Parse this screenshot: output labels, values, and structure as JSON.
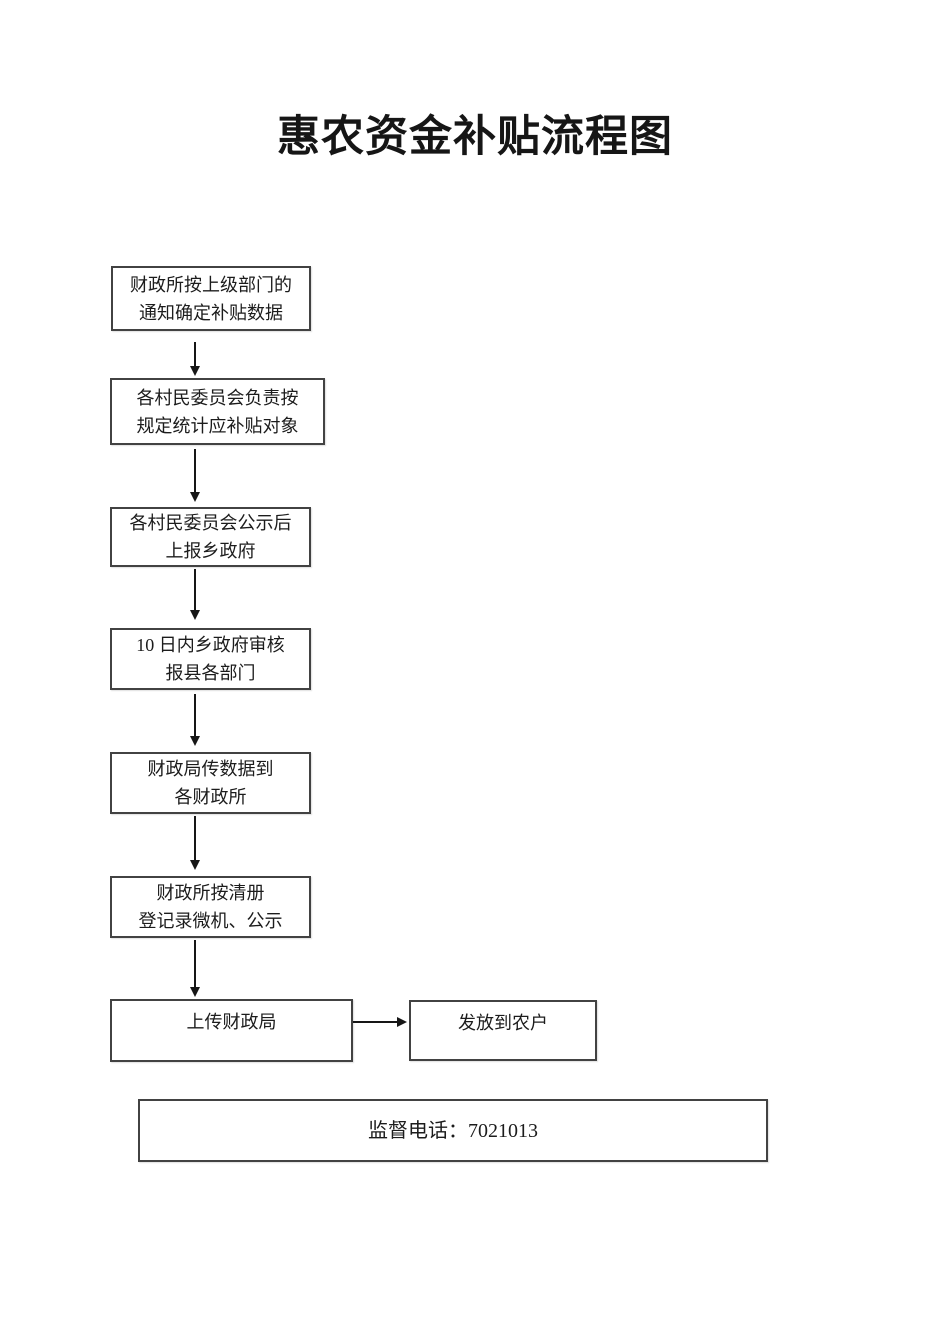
{
  "document": {
    "title": "惠农资金补贴流程图"
  },
  "flowchart": {
    "border_color": "#424242",
    "connector_color": "#161616",
    "steps": [
      {
        "lines": [
          "财政所按上级部门的",
          "通知确定补贴数据"
        ]
      },
      {
        "lines": [
          "各村民委员会负责按",
          "规定统计应补贴对象"
        ]
      },
      {
        "lines": [
          "各村民委员会公示后",
          "上报乡政府"
        ]
      },
      {
        "lines": [
          "10 日内乡政府审核",
          "报县各部门"
        ]
      },
      {
        "lines": [
          "财政局传数据到",
          "各财政所"
        ]
      },
      {
        "lines": [
          "财政所按清册",
          "登记录微机、公示"
        ]
      },
      {
        "lines": [
          "上传财政局"
        ]
      },
      {
        "lines": [
          "发放到农户"
        ]
      }
    ]
  },
  "footer": {
    "supervision_phone_label": "监督电话：7021013"
  }
}
